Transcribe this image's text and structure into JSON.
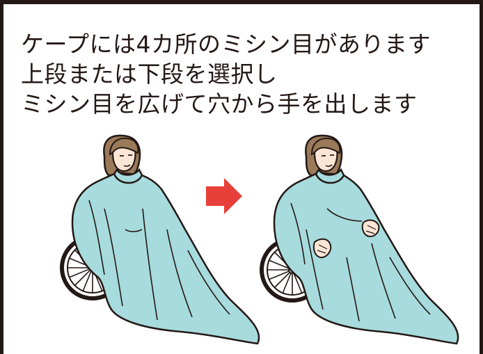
{
  "caption": {
    "line1": "ケープには4カ所のミシン目があります",
    "line2": "上段または下段を選択し",
    "line3": "ミシン目を広げて穴から手を出します"
  },
  "colors": {
    "cape": "#a7dbdd",
    "outline": "#231815",
    "hair": "#9a7a58",
    "skin": "#fbe6d6",
    "arrow": "#e93f3a",
    "wheel": "#231815"
  },
  "icons": {
    "before": "wheelchair-person-cape-hands-inside-icon",
    "arrow": "right-arrow-icon",
    "after": "wheelchair-person-cape-hands-out-icon"
  }
}
